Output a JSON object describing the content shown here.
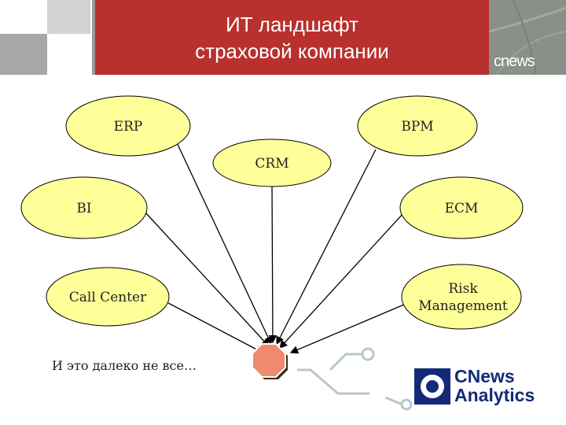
{
  "header": {
    "title_line1": "ИТ ландшафт",
    "title_line2": "страховой компании",
    "logo": "cnews"
  },
  "diagram": {
    "nodes": [
      {
        "id": "erp",
        "label": "ERP"
      },
      {
        "id": "bpm",
        "label": "BPM"
      },
      {
        "id": "crm",
        "label": "CRM"
      },
      {
        "id": "bi",
        "label": "BI"
      },
      {
        "id": "ecm",
        "label": "ECM"
      },
      {
        "id": "call_center",
        "label": "Call Center"
      },
      {
        "id": "risk",
        "label_line1": "Risk",
        "label_line2": "Management"
      }
    ],
    "hub": {
      "shape": "octagon",
      "color": "#f08a6c"
    },
    "node_fill": "#ffff99",
    "edges_to_hub": [
      "erp",
      "bpm",
      "crm",
      "bi",
      "ecm",
      "call_center",
      "risk"
    ]
  },
  "note": "И это далеко не все…",
  "brand": {
    "line1": "CNews",
    "line2": "Analytics"
  }
}
